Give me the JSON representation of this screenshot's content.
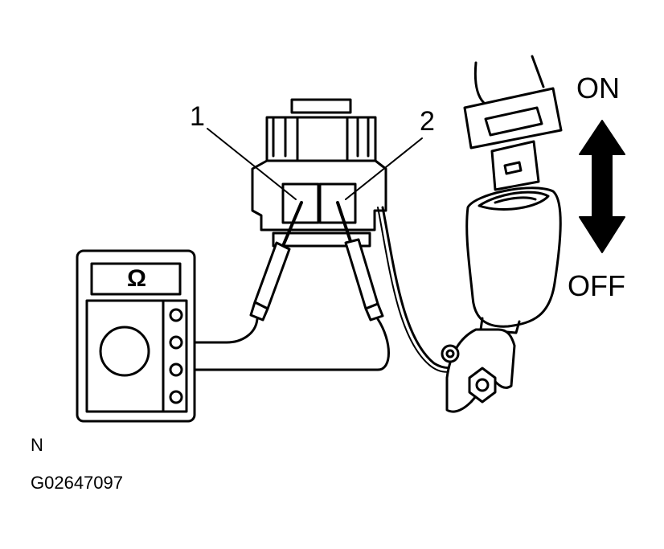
{
  "terminals": {
    "t1": "1",
    "t2": "2"
  },
  "buckle_states": {
    "on": "ON",
    "off": "OFF"
  },
  "meter": {
    "symbol": "Ω"
  },
  "footer": {
    "view_code": "N",
    "figure_id": "G02647097"
  }
}
